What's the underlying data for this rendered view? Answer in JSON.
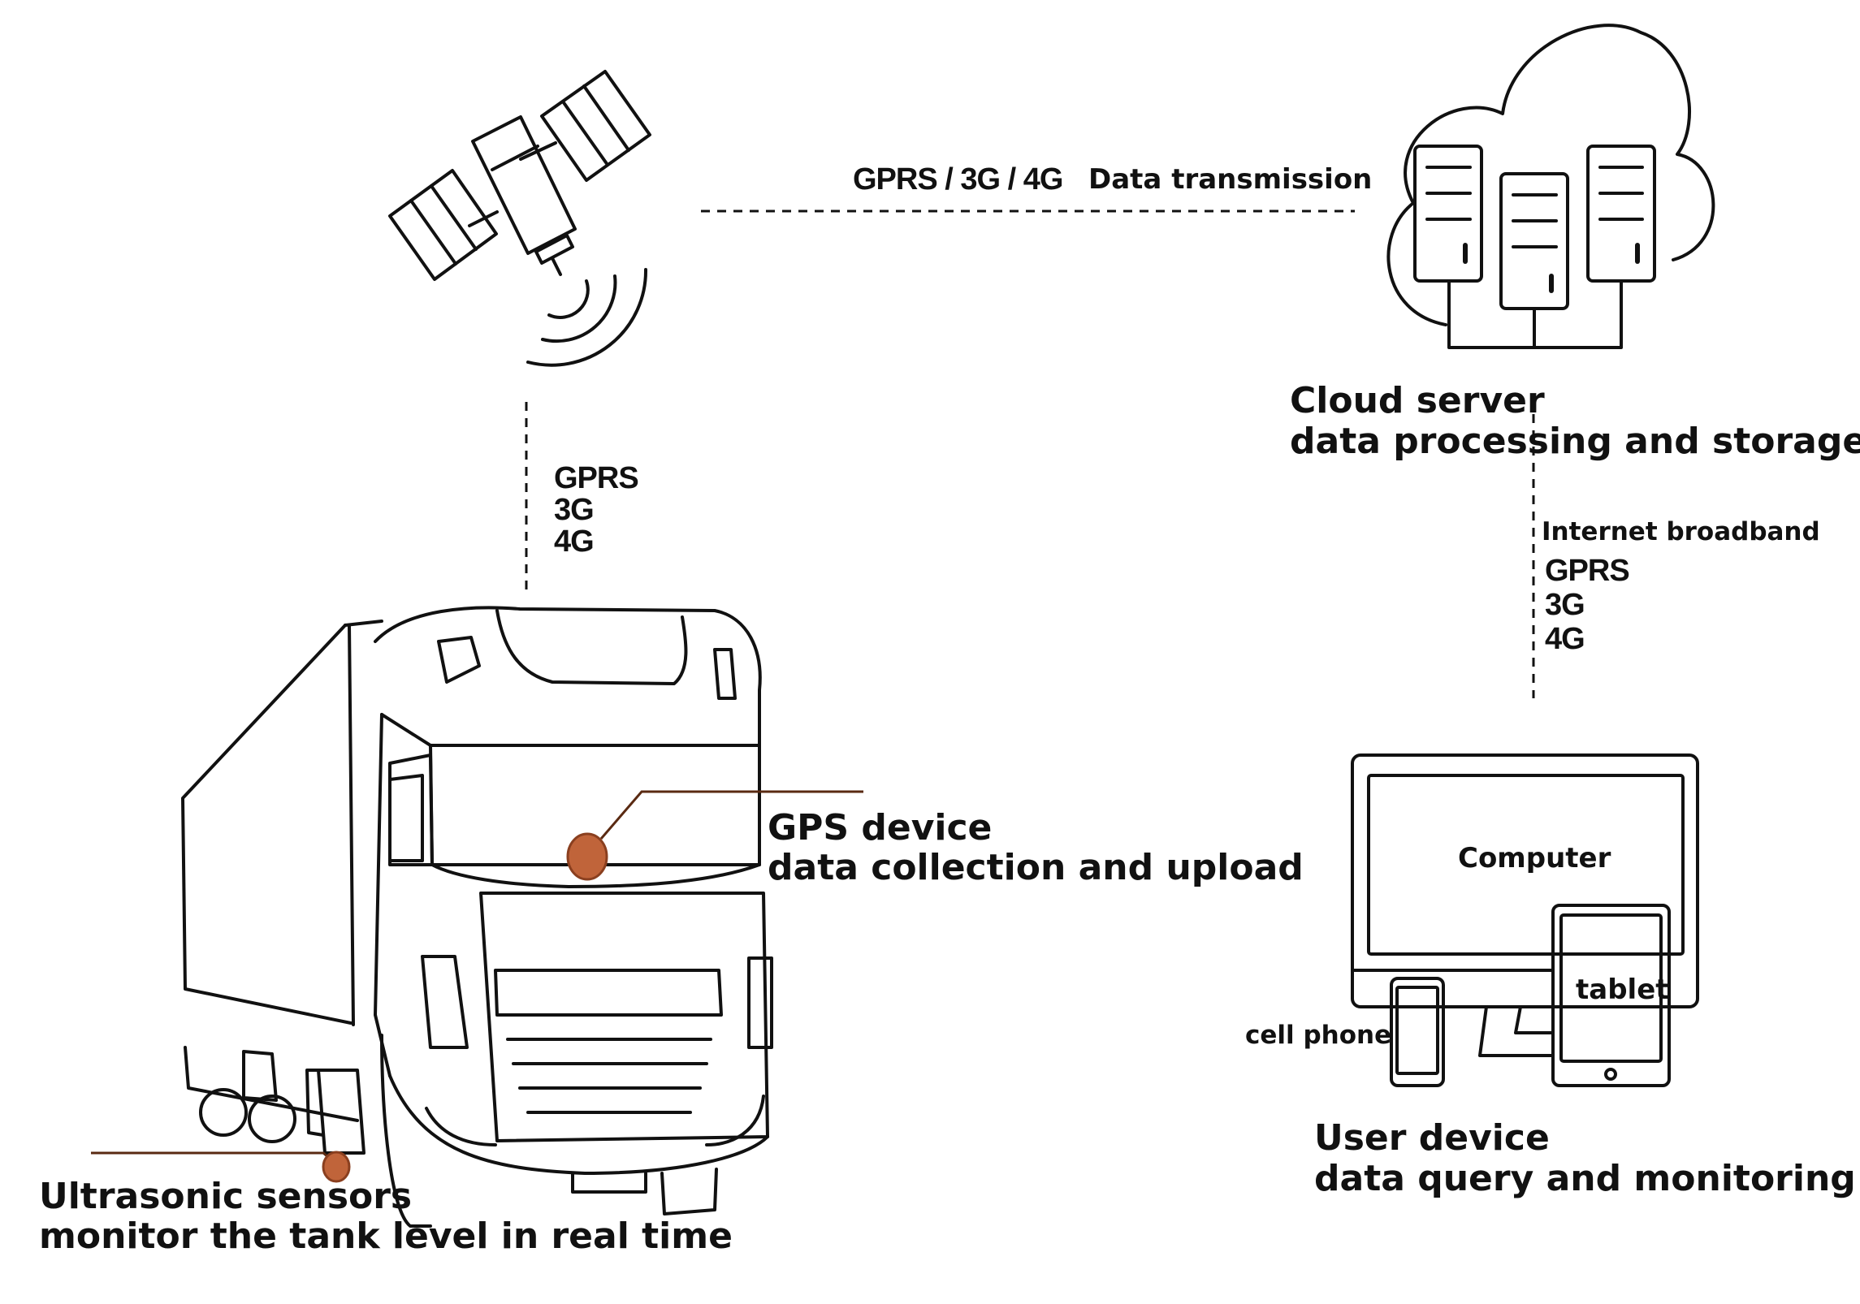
{
  "satellite_link": {
    "label_network": "GPRS / 3G / 4G",
    "label_purpose": "Data transmission"
  },
  "satellite_to_truck": {
    "lines": [
      "GPRS",
      "3G",
      "4G"
    ]
  },
  "cloud": {
    "title": "Cloud server",
    "subtitle": "data processing and storage"
  },
  "cloud_to_user": {
    "label": "Internet broadband",
    "lines": [
      "GPRS",
      "3G",
      "4G"
    ]
  },
  "gps_device": {
    "title": "GPS device",
    "subtitle": "data collection and upload",
    "marker_color": "#c0643a"
  },
  "ultrasonic": {
    "title": "Ultrasonic sensors",
    "subtitle": "monitor the tank level in real time",
    "marker_color": "#c0643a"
  },
  "user_devices": {
    "computer": "Computer",
    "tablet": "tablet",
    "phone": "cell phone",
    "title": "User device",
    "subtitle": "data query and monitoring"
  }
}
